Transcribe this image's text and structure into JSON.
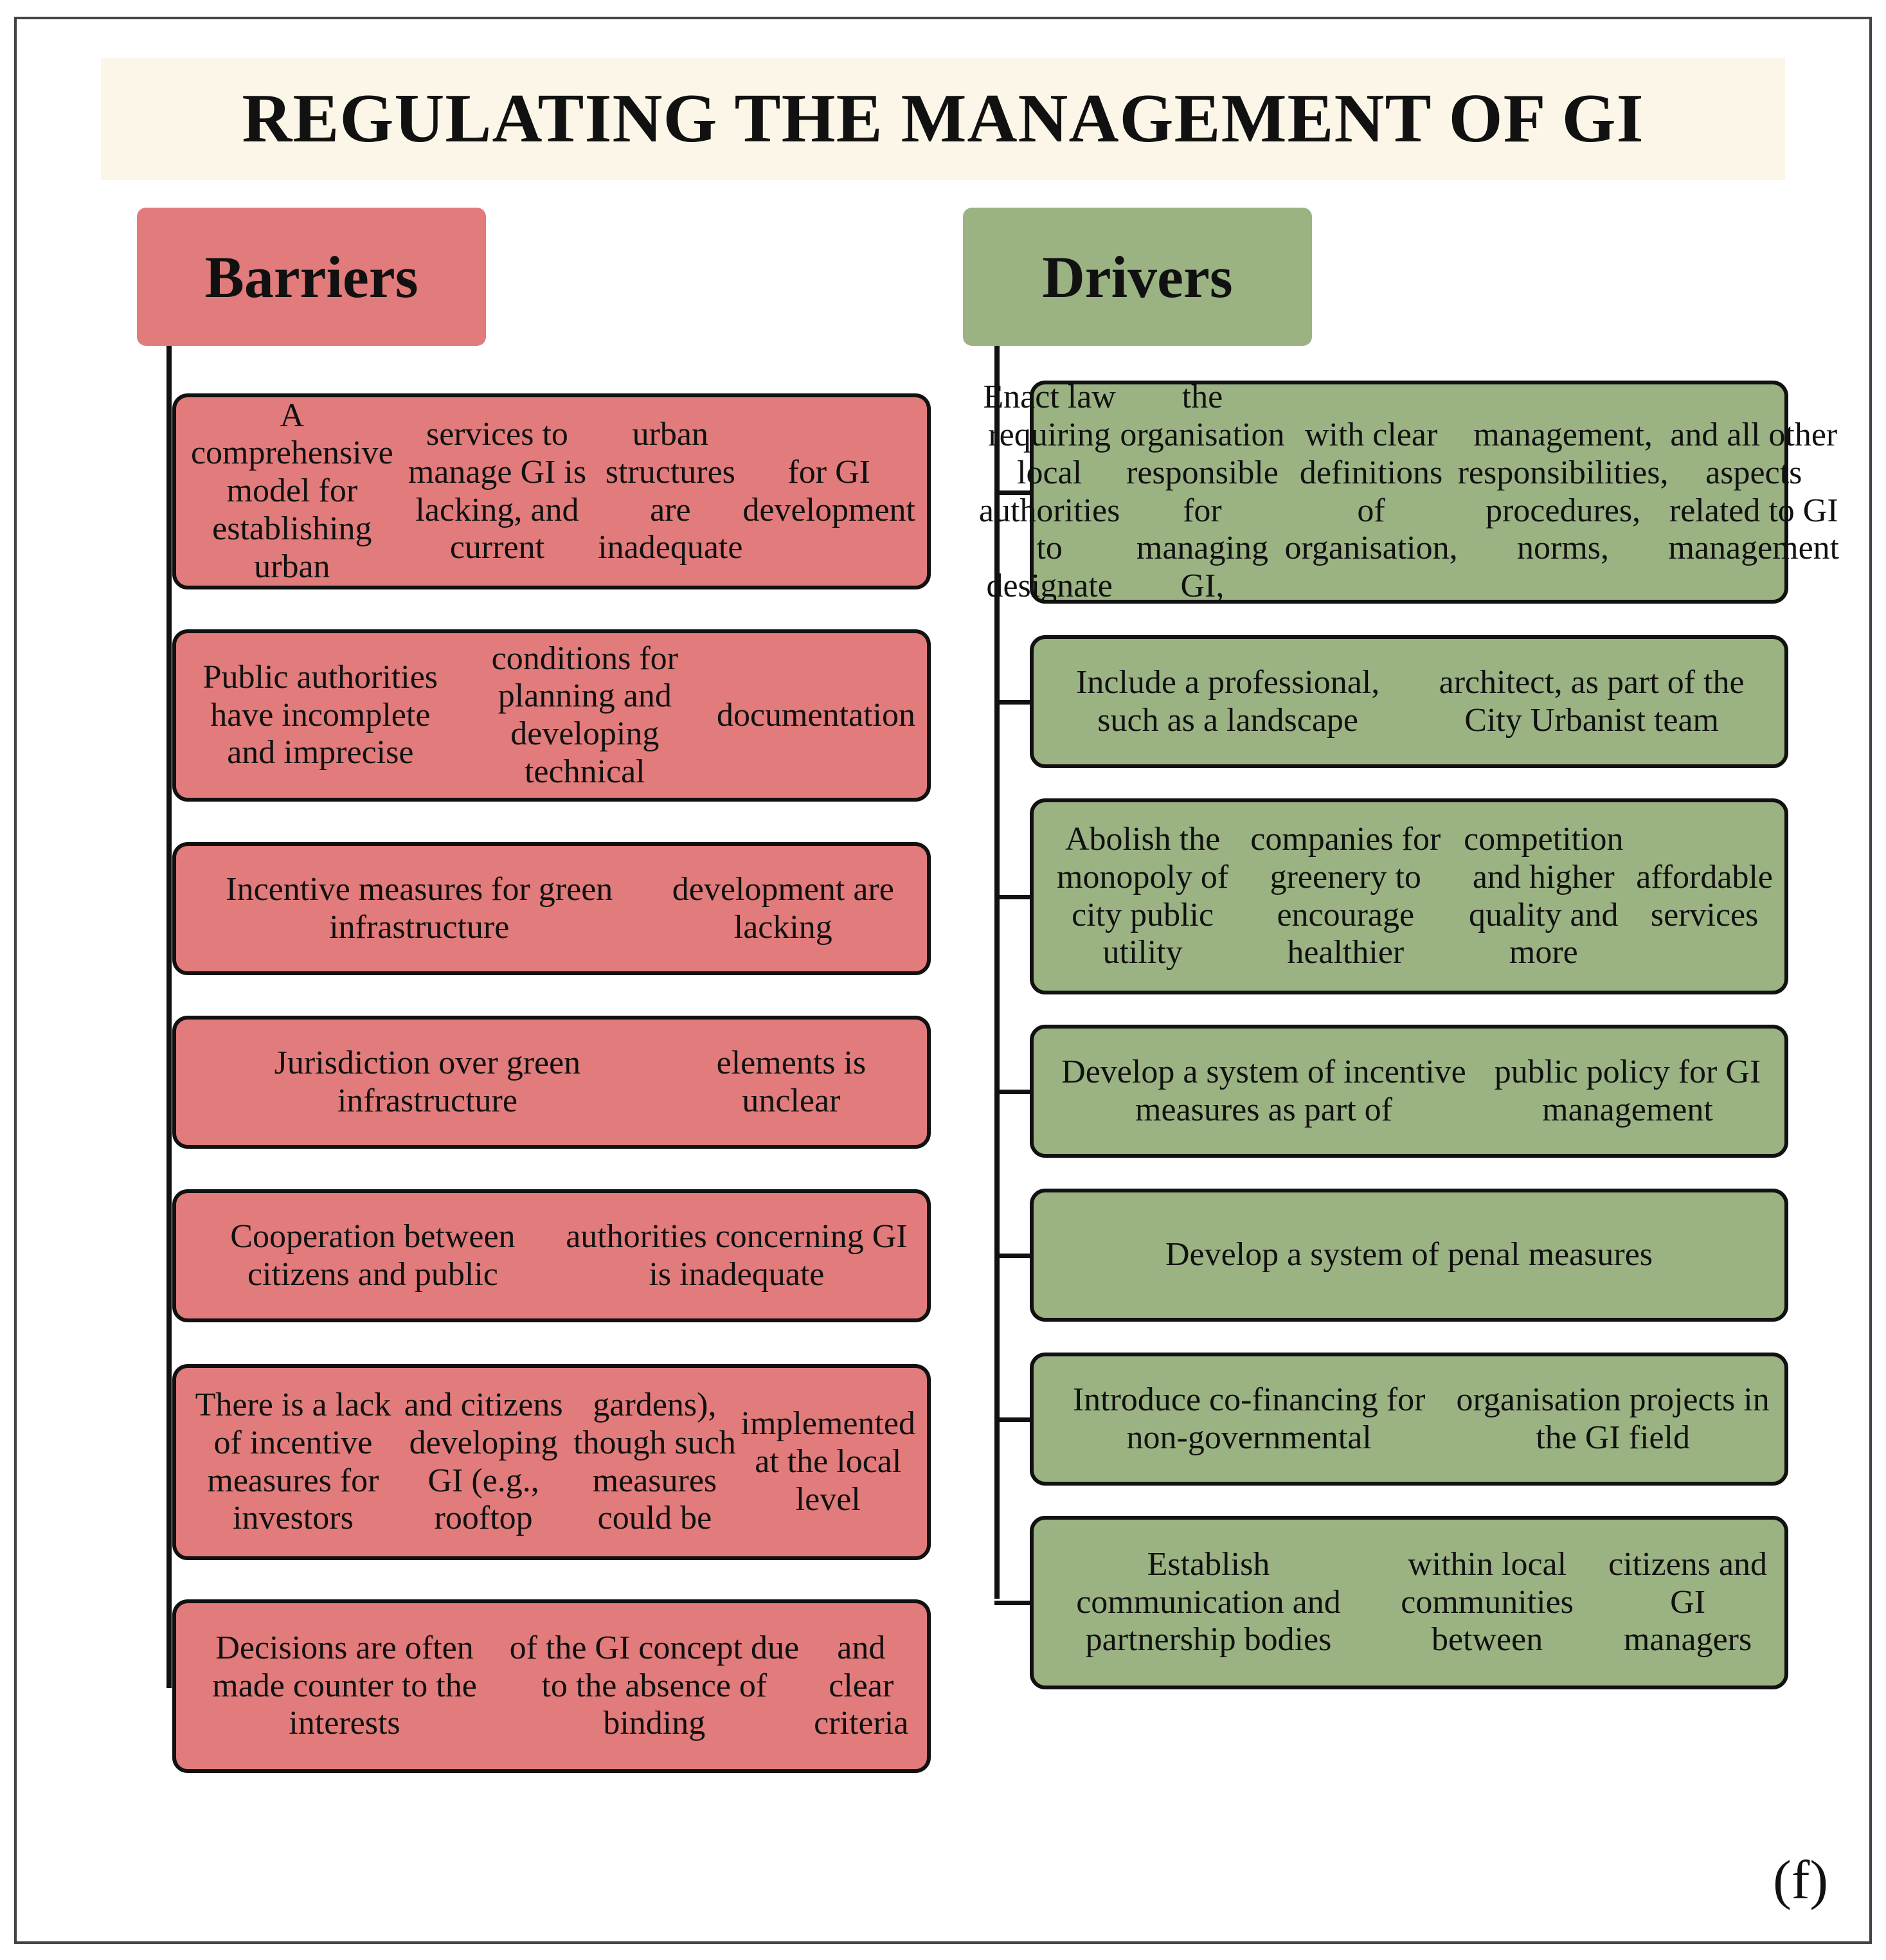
{
  "title": "REGULATING THE MANAGEMENT OF GI",
  "barriers": {
    "header": "Barriers",
    "items": [
      [
        "A comprehensive model for establishing urban",
        "services to manage GI is lacking, and current",
        "urban structures are inadequate",
        "for GI development"
      ],
      [
        "Public authorities have incomplete and imprecise",
        "conditions for planning and developing technical",
        "documentation"
      ],
      [
        "Incentive measures for green infrastructure",
        "development are lacking"
      ],
      [
        "Jurisdiction over green infrastructure",
        "elements is unclear"
      ],
      [
        "Cooperation between citizens and public",
        "authorities concerning GI is inadequate"
      ],
      [
        "There is a lack of incentive measures for investors",
        "and citizens developing GI (e.g., rooftop",
        "gardens), though such measures could be",
        "implemented at the local level"
      ],
      [
        "Decisions are often made counter to the interests",
        "of the GI concept due to the absence of binding",
        "and clear criteria"
      ]
    ]
  },
  "drivers": {
    "header": "Drivers",
    "items": [
      [
        "Enact law requiring local authorities to designate",
        "the organisation responsible for managing GI,",
        "with clear definitions of organisation,",
        "management, responsibilities, procedures, norms,",
        "and all other aspects related to GI management"
      ],
      [
        "Include a professional, such as a landscape",
        "architect, as part of the City Urbanist team"
      ],
      [
        "Abolish the monopoly of city public utility",
        "companies for greenery to encourage healthier",
        "competition and higher quality and more",
        "affordable services"
      ],
      [
        "Develop a system of incentive measures as part of",
        "public policy for GI management"
      ],
      [
        "Develop a system of penal measures"
      ],
      [
        "Introduce co-financing for non-governmental",
        "organisation projects in the GI field"
      ],
      [
        "Establish communication and partnership bodies",
        "within local communities between",
        "citizens and GI managers"
      ]
    ]
  },
  "panel_label": "(f)",
  "colors": {
    "barrier_fill": "#e27b7b",
    "driver_fill": "#9bb383",
    "title_band": "#fbf6e7"
  }
}
